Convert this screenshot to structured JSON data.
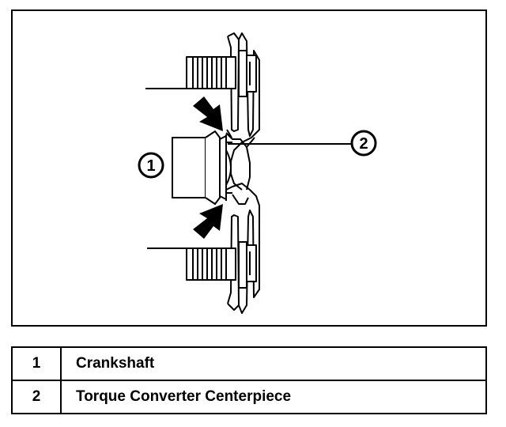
{
  "figure": {
    "callouts": [
      {
        "number": "1"
      },
      {
        "number": "2"
      }
    ],
    "icons": [
      "force-arrow-icon",
      "force-arrow-icon"
    ]
  },
  "legend": {
    "rows": [
      {
        "number": "1",
        "description": "Crankshaft"
      },
      {
        "number": "2",
        "description": "Torque Converter Centerpiece"
      }
    ]
  }
}
